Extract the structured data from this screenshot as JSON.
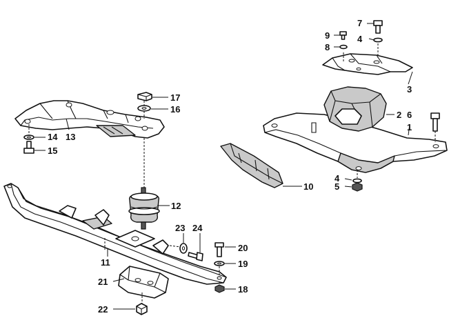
{
  "callouts": [
    {
      "id": "1",
      "text": "1"
    },
    {
      "id": "2",
      "text": "2"
    },
    {
      "id": "3",
      "text": "3"
    },
    {
      "id": "4a",
      "text": "4"
    },
    {
      "id": "4b",
      "text": "4"
    },
    {
      "id": "5",
      "text": "5"
    },
    {
      "id": "6",
      "text": "6"
    },
    {
      "id": "7",
      "text": "7"
    },
    {
      "id": "8",
      "text": "8"
    },
    {
      "id": "9",
      "text": "9"
    },
    {
      "id": "10",
      "text": "10"
    },
    {
      "id": "11",
      "text": "11"
    },
    {
      "id": "12",
      "text": "12"
    },
    {
      "id": "13",
      "text": "13"
    },
    {
      "id": "14",
      "text": "14"
    },
    {
      "id": "15",
      "text": "15"
    },
    {
      "id": "16",
      "text": "16"
    },
    {
      "id": "17",
      "text": "17"
    },
    {
      "id": "18",
      "text": "18"
    },
    {
      "id": "19",
      "text": "19"
    },
    {
      "id": "20",
      "text": "20"
    },
    {
      "id": "21",
      "text": "21"
    },
    {
      "id": "22",
      "text": "22"
    },
    {
      "id": "23",
      "text": "23"
    },
    {
      "id": "24",
      "text": "24"
    }
  ]
}
